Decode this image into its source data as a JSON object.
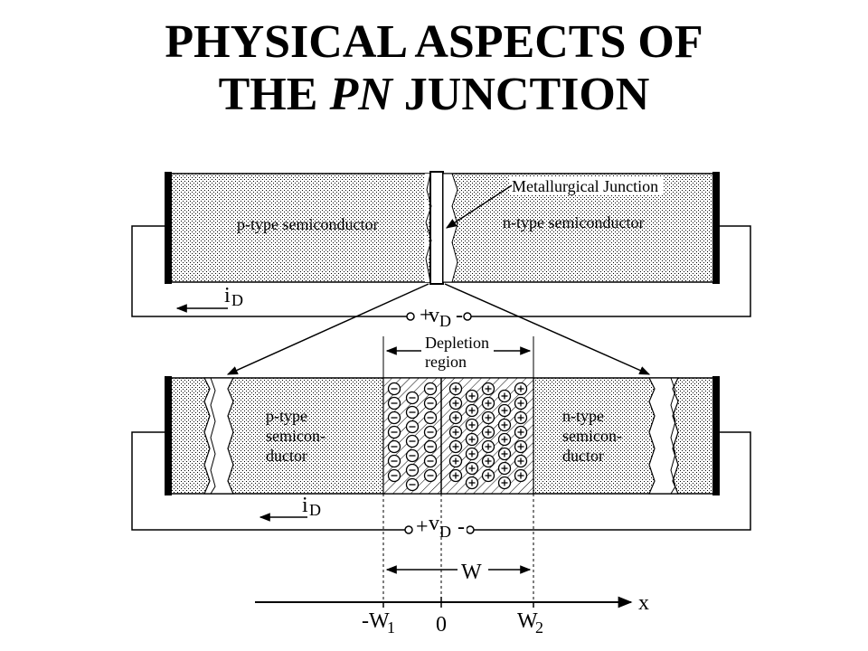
{
  "title": {
    "line1": "PHYSICAL ASPECTS OF",
    "line2_pre": "THE ",
    "line2_it": "PN",
    "line2_post": " JUNCTION"
  },
  "top_diagram": {
    "metallurgical_junction": "Metallurgical Junction",
    "p_label": "p-type semiconductor",
    "n_label": "n-type semiconductor",
    "current_main": "i",
    "current_sub": "D",
    "vd_plus": "+",
    "vd_main": "v",
    "vd_sub": "D",
    "vd_minus": "-"
  },
  "bottom_diagram": {
    "depletion_line1": "Depletion",
    "depletion_line2": "region",
    "p_line1": "p-type",
    "p_line2": "semicon-",
    "p_line3": "ductor",
    "n_line1": "n-type",
    "n_line2": "semicon-",
    "n_line3": "ductor",
    "current_main": "i",
    "current_sub": "D",
    "vd_plus": "+",
    "vd_main": "v",
    "vd_sub": "D",
    "vd_minus": "-"
  },
  "axis": {
    "width_label": "W",
    "x_label": "x",
    "neg_w1_main": "-W",
    "neg_w1_sub": "1",
    "zero": "0",
    "w2_main": "W",
    "w2_sub": "2"
  },
  "colors": {
    "ink": "#000000",
    "background": "#ffffff"
  }
}
